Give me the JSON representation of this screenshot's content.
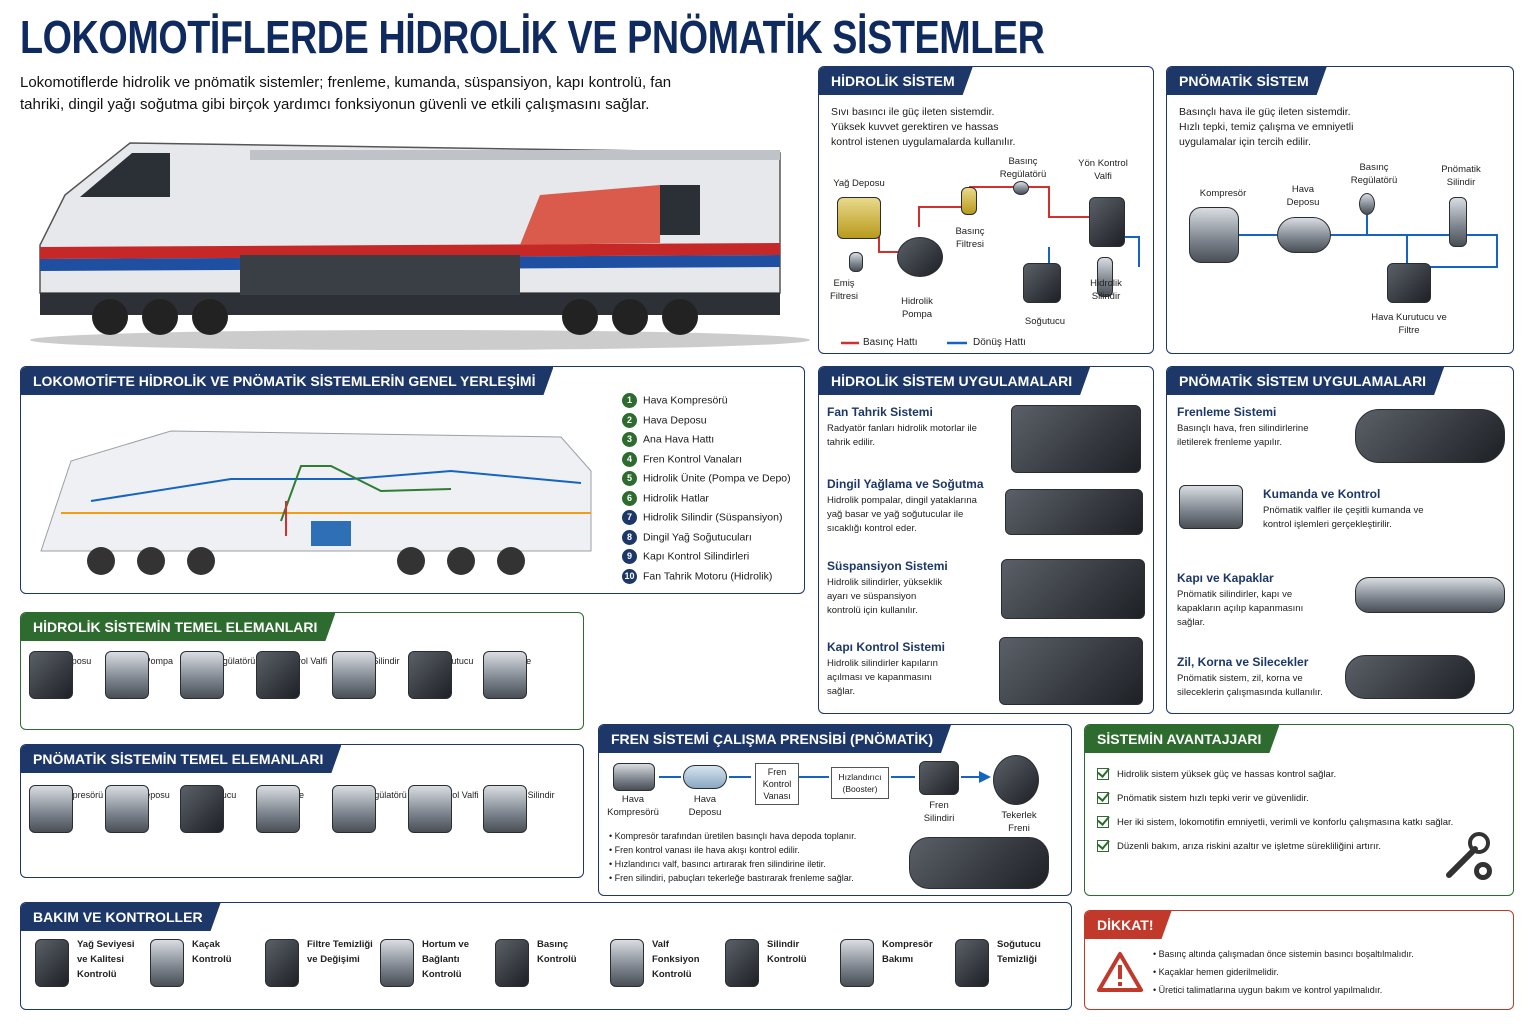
{
  "title": "LOKOMOTİFLERDE  HİDROLİK VE PNÖMATİK SİSTEMLER",
  "intro": "Lokomotiflerde hidrolik ve pnömatik sistemler; frenleme, kumanda, süspansiyon, kapı kontrolü, fan tahriki, dingil yağı soğutma gibi birçok yardımcı fonksiyonun güvenli ve etkili çalışmasını sağlar.",
  "colors": {
    "navy": "#1d3768",
    "green": "#2e6b2e",
    "red": "#c0392b",
    "pressure_line": "#d32f2f",
    "return_line": "#1565c0"
  },
  "hydraulic": {
    "title": "HİDROLİK SİSTEM",
    "desc": "Sıvı basıncı ile güç ileten sistemdir. Yüksek kuvvet gerektiren ve hassas kontrol istenen uygulamalarda kullanılır.",
    "labels": {
      "tank": "Yağ Deposu",
      "suction": "Emiş Filtresi",
      "pump": "Hidrolik Pompa",
      "filter": "Basınç Filtresi",
      "regulator": "Basınç Regülatörü",
      "valve": "Yön Kontrol Valfi",
      "cooler": "Soğutucu",
      "cylinder": "Hidrolik Silindir"
    },
    "legend": {
      "pressure": "Basınç Hattı",
      "return": "Dönüş Hattı"
    }
  },
  "pneumatic": {
    "title": "PNÖMATİK SİSTEM",
    "desc": "Basınçlı hava ile güç ileten sistemdir. Hızlı tepki, temiz çalışma ve emniyetli uygulamalar için tercih edilir.",
    "labels": {
      "compressor": "Kompresör",
      "tank": "Hava Deposu",
      "regulator": "Basınç Regülatörü",
      "dryer": "Hava Kurutucu ve Filtre",
      "cylinder": "Pnömatik Silindir"
    }
  },
  "layout": {
    "title": "LOKOMOTİFTE HİDROLİK VE PNÖMATİK SİSTEMLERİN GENEL YERLEŞİMİ",
    "items": [
      "Hava Kompresörü",
      "Hava Deposu",
      "Ana Hava Hattı",
      "Fren Kontrol Vanaları",
      "Hidrolik Ünite (Pompa ve Depo)",
      "Hidrolik Hatlar",
      "Hidrolik Silindir (Süspansiyon)",
      "Dingil Yağ Soğutucuları",
      "Kapı Kontrol Silindirleri",
      "Fan Tahrik Motoru (Hidrolik)"
    ],
    "nums": [
      "1",
      "2",
      "3",
      "4",
      "5",
      "6",
      "7",
      "8",
      "9",
      "10"
    ]
  },
  "hyd_apps": {
    "title": "HİDROLİK SİSTEM UYGULAMALARI",
    "items": [
      {
        "h": "Fan Tahrik Sistemi",
        "t": "Radyatör fanları hidrolik motorlar ile tahrik edilir."
      },
      {
        "h": "Dingil Yağlama ve Soğutma",
        "t": "Hidrolik pompalar, dingil yataklarına yağ basar ve yağ soğutucular ile sıcaklığı kontrol eder."
      },
      {
        "h": "Süspansiyon Sistemi",
        "t": "Hidrolik silindirler, yükseklik ayarı ve süspansiyon kontrolü için kullanılır."
      },
      {
        "h": "Kapı Kontrol Sistemi",
        "t": "Hidrolik silindirler kapıların açılması ve kapanmasını sağlar."
      }
    ]
  },
  "pn_apps": {
    "title": "PNÖMATİK SİSTEM UYGULAMALARI",
    "items": [
      {
        "h": "Frenleme Sistemi",
        "t": "Basınçlı hava, fren silindirlerine iletilerek frenleme yapılır."
      },
      {
        "h": "Kumanda ve Kontrol",
        "t": "Pnömatik valfler ile çeşitli kumanda ve kontrol işlemleri gerçekleştirilir."
      },
      {
        "h": "Kapı ve Kapaklar",
        "t": "Pnömatik silindirler, kapı ve kapakların açılıp kapanmasını sağlar."
      },
      {
        "h": "Zil, Korna ve Silecekler",
        "t": "Pnömatik sistem, zil, korna ve sileceklerin çalışmasında kullanılır."
      }
    ]
  },
  "hyd_elements": {
    "title": "HİDROLİK SİSTEMİN TEMEL ELEMANLARI",
    "items": [
      "Yağ Deposu",
      "Hidrolik Pompa",
      "Basınç Regülatörü",
      "Yön Kontrol Valfi",
      "Hidrolik Silindir",
      "Yağ Soğutucu",
      "Filtre"
    ]
  },
  "pn_elements": {
    "title": "PNÖMATİK SİSTEMİN TEMEL ELEMANLARI",
    "items": [
      "Hava Kompresörü",
      "Hava Deposu",
      "Kurutucu",
      "Filtre",
      "Basınç Regülatörü",
      "Yön Kontrol Valfi",
      "Pnömatik Silindir"
    ]
  },
  "brake": {
    "title": "FREN SİSTEMİ ÇALIŞMA PRENSİBİ (PNÖMATİK)",
    "labels": {
      "compressor": "Hava Kompresörü",
      "tank": "Hava Deposu",
      "valve": "Fren Kontrol Vanası",
      "booster": "Hızlandırıcı (Booster)",
      "cylinder": "Fren Silindiri",
      "wheel": "Tekerlek Freni"
    },
    "bullets": [
      "Kompresör tarafından üretilen basınçlı hava depoda toplanır.",
      "Fren kontrol vanası ile hava akışı kontrol edilir.",
      "Hızlandırıcı valf, basıncı artırarak fren silindirine iletir.",
      "Fren silindiri, pabuçları tekerleğe bastırarak frenleme sağlar."
    ]
  },
  "advantages": {
    "title": "SİSTEMİN AVANTAJJARI",
    "items": [
      "Hidrolik sistem yüksek güç ve hassas kontrol sağlar.",
      "Pnömatik sistem hızlı tepki verir ve güvenlidir.",
      "Her iki sistem, lokomotifin emniyetli, verimli ve konforlu çalışmasına katkı sağlar.",
      "Düzenli bakım, arıza riskini azaltır ve işletme sürekliliğini artırır."
    ]
  },
  "maintenance": {
    "title": "BAKIM VE KONTROLLER",
    "items": [
      "Yağ Seviyesi ve Kalitesi Kontrolü",
      "Kaçak Kontrolü",
      "Filtre Temizliği ve Değişimi",
      "Hortum ve Bağlantı Kontrolü",
      "Basınç Kontrolü",
      "Valf Fonksiyon Kontrolü",
      "Silindir Kontrolü",
      "Kompresör Bakımı",
      "Soğutucu Temizliği"
    ]
  },
  "warning": {
    "title": "DİKKAT!",
    "items": [
      "Basınç altında çalışmadan önce sistemin basıncı boşaltılmalıdır.",
      "Kaçaklar hemen giderilmelidir.",
      "Üretici talimatlarına uygun bakım ve kontrol yapılmalıdır."
    ]
  }
}
